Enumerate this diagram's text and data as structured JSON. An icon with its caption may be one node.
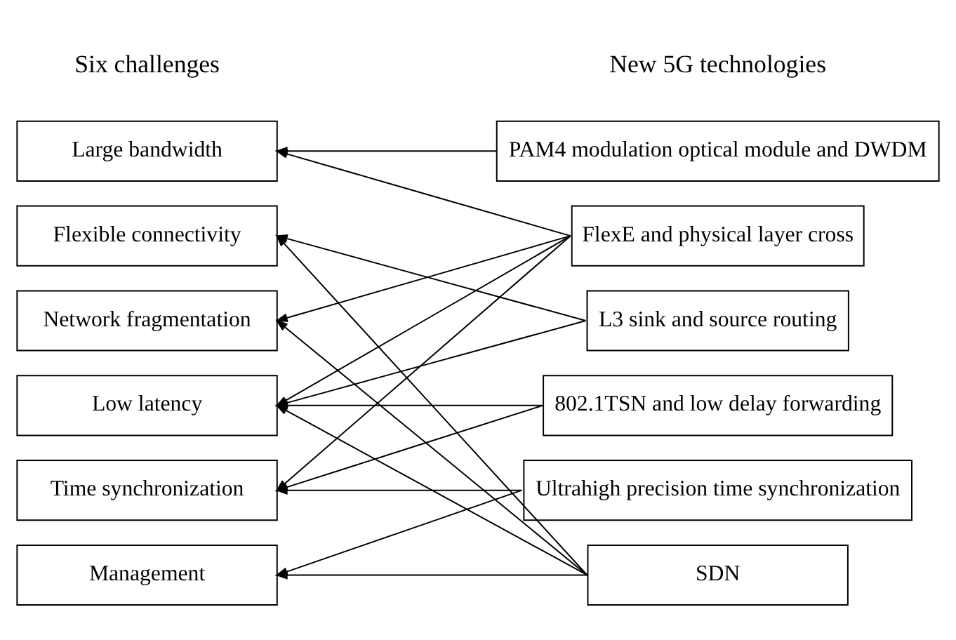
{
  "diagram": {
    "nodes": [
      {
        "text": [
          "Large bandwidth"
        ]
      },
      {
        "text": [
          "Flexible connectivity"
        ]
      },
      {
        "text": [
          "Network fragmentation"
        ]
      },
      {
        "text": [
          "Low latency"
        ]
      },
      {
        "text": [
          "Time synchronization"
        ]
      },
      {
        "text": [
          "Management"
        ]
      },
      {
        "text": [
          "PAM4 modulation optical module and DWDM"
        ]
      },
      {
        "text": [
          "FlexE and physical layer cross"
        ]
      },
      {
        "text": [
          "L3 sink and source routing"
        ]
      },
      {
        "text": [
          "802.1TSN and low delay forwarding"
        ]
      },
      {
        "text": [
          "Ultrahigh precision time synchronization"
        ]
      },
      {
        "text": [
          "SDN"
        ]
      }
    ],
    "edges": [
      {
        "from": 6,
        "to": 0,
        "arrow": "to"
      },
      {
        "from": 7,
        "to": 0,
        "arrow": "to"
      },
      {
        "from": 7,
        "to": 2,
        "arrow": "to"
      },
      {
        "from": 7,
        "to": 3,
        "arrow": "to"
      },
      {
        "from": 7,
        "to": 4,
        "arrow": "to"
      },
      {
        "from": 8,
        "to": 1,
        "arrow": "to"
      },
      {
        "from": 8,
        "to": 3,
        "arrow": "to"
      },
      {
        "from": 9,
        "to": 3,
        "arrow": "to"
      },
      {
        "from": 9,
        "to": 4,
        "arrow": "to"
      },
      {
        "from": 10,
        "to": 4,
        "arrow": "to"
      },
      {
        "from": 10,
        "to": 5,
        "arrow": "to"
      },
      {
        "from": 11,
        "to": 1,
        "arrow": "to"
      },
      {
        "from": 11,
        "to": 2,
        "arrow": "to"
      },
      {
        "from": 11,
        "to": 3,
        "arrow": "to"
      },
      {
        "from": 11,
        "to": 5,
        "arrow": "to"
      }
    ],
    "labels": [
      "Six challenges",
      "New 5G technologies"
    ]
  }
}
